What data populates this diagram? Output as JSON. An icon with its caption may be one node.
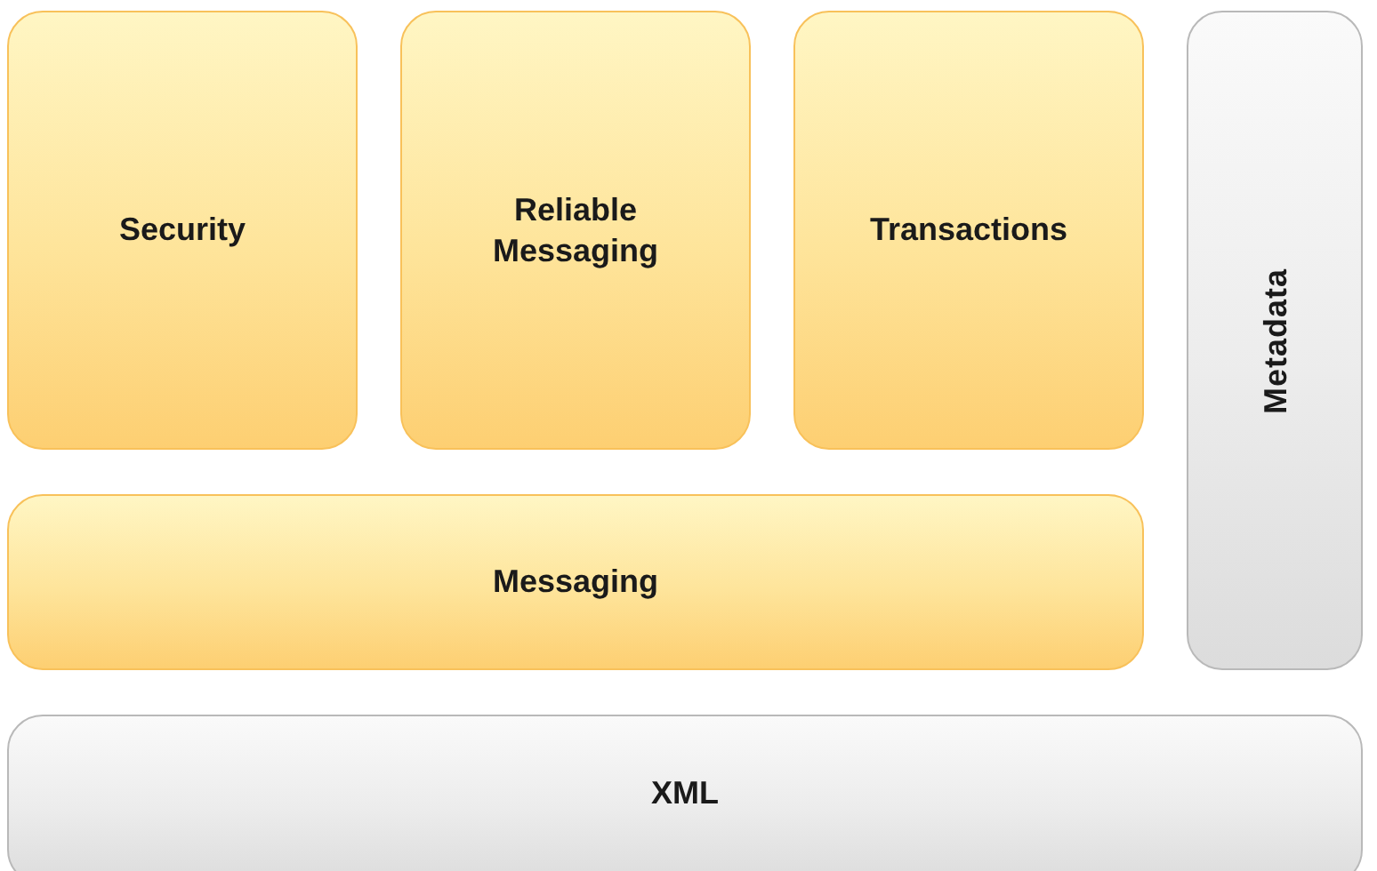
{
  "diagram": {
    "nodes": [
      {
        "text": [
          "Security"
        ]
      },
      {
        "text": [
          "Reliable Messaging"
        ]
      },
      {
        "text": [
          "Transactions"
        ]
      },
      {
        "text": [
          "Metadata"
        ]
      },
      {
        "text": [
          "Messaging"
        ]
      },
      {
        "text": [
          "XML"
        ]
      }
    ]
  }
}
